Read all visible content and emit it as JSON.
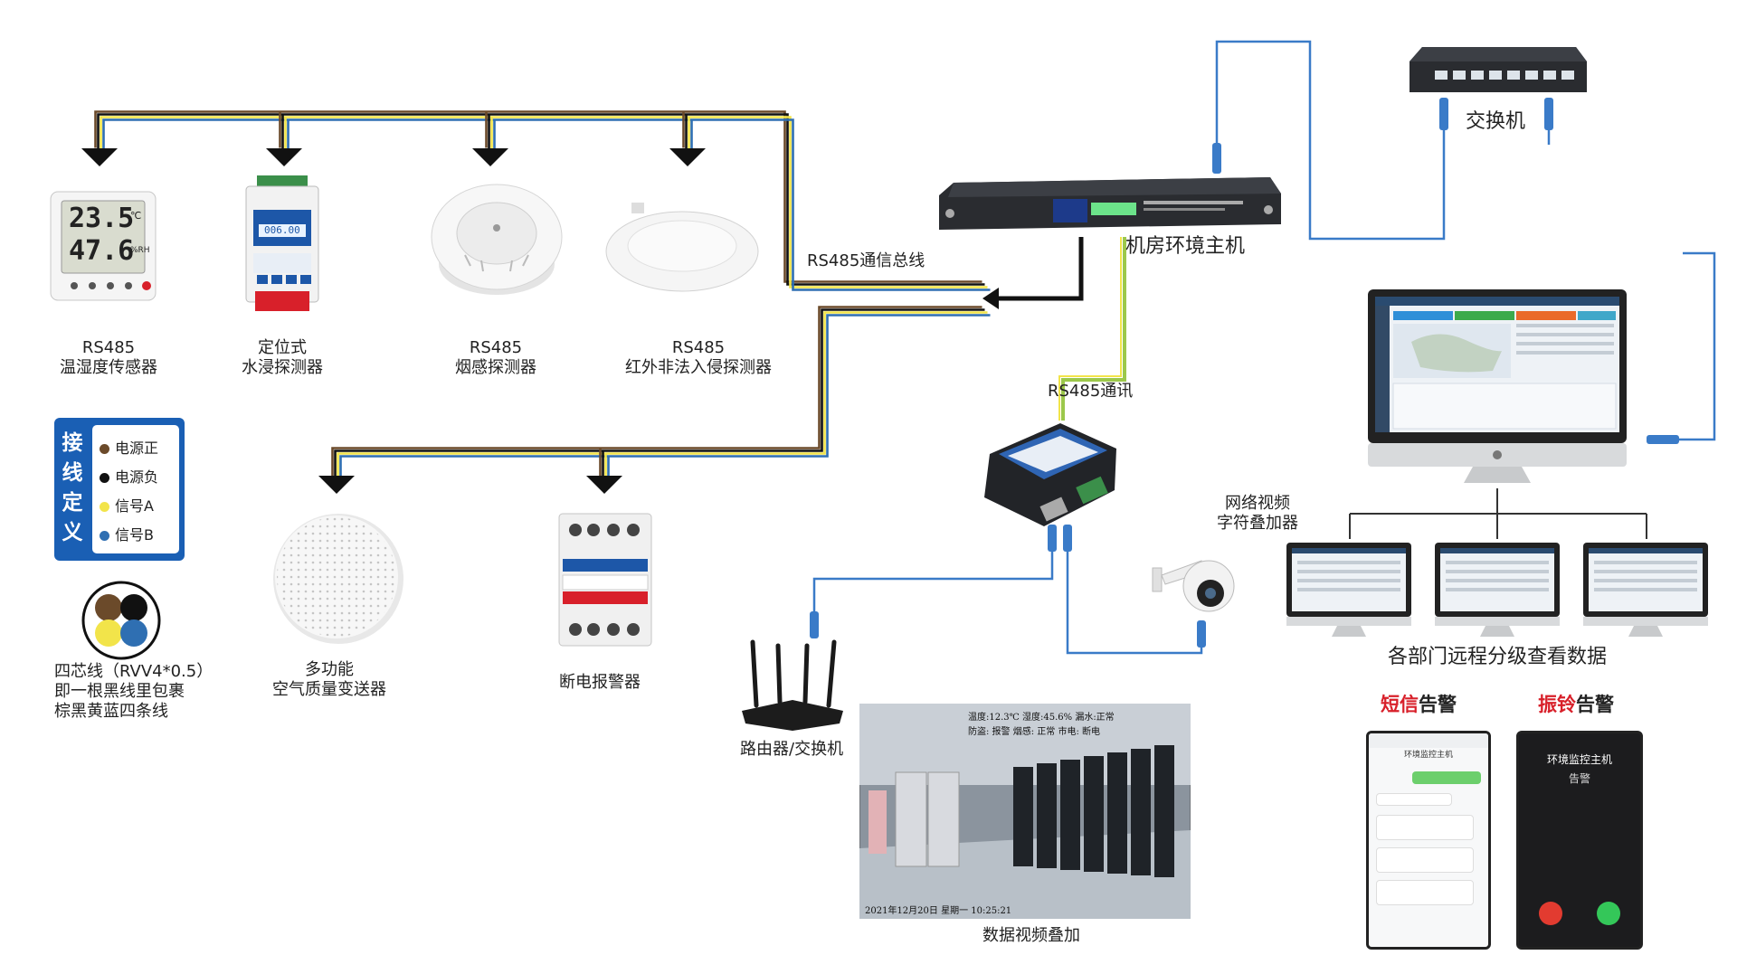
{
  "colors": {
    "wire_brown": "#6b4a2a",
    "wire_black": "#111111",
    "wire_yellow": "#f2e44a",
    "wire_blue": "#2f6fb2",
    "net_blue": "#3a7bc8",
    "legend_blue": "#1a5fb4",
    "alert_red": "#d8202a",
    "device_dark": "#222428"
  },
  "devices": {
    "temp_sensor": {
      "line1": "RS485",
      "line2": "温湿度传感器",
      "display_temp": "23.5",
      "display_temp_unit": "℃",
      "display_hum": "47.6",
      "display_hum_unit": "%RH"
    },
    "water_detector": {
      "line1": "定位式",
      "line2": "水浸探测器",
      "display": "006.00"
    },
    "smoke_detector": {
      "line1": "RS485",
      "line2": "烟感探测器"
    },
    "ir_detector": {
      "line1": "RS485",
      "line2": "红外非法入侵探测器"
    },
    "air_quality": {
      "line1": "多功能",
      "line2": "空气质量变送器"
    },
    "power_alarm": {
      "label": "断电报警器"
    },
    "host": {
      "label": "机房环境主机"
    },
    "switch": {
      "label": "交换机"
    },
    "router": {
      "label": "路由器/交换机"
    },
    "overlay": {
      "line1": "网络视频",
      "line2": "字符叠加器"
    }
  },
  "bus": {
    "label": "RS485通信总线"
  },
  "rs485_comm": {
    "label": "RS485通讯"
  },
  "legend": {
    "title_chars": [
      "接",
      "线",
      "定",
      "义"
    ],
    "items": [
      {
        "label": "电源正",
        "color": "#6b4a2a"
      },
      {
        "label": "电源负",
        "color": "#111111"
      },
      {
        "label": "信号A",
        "color": "#f2e44a"
      },
      {
        "label": "信号B",
        "color": "#2f6fb2"
      }
    ]
  },
  "cable": {
    "line1": "四芯线（RVV4*0.5）",
    "line2": "即一根黑线里包裹",
    "line3": "棕黑黄蓝四条线"
  },
  "video": {
    "caption": "数据视频叠加",
    "overlay_line1": "温度:12.3℃  湿度:45.6%  漏水:正常",
    "overlay_line2": "防盗: 报警   烟感: 正常   市电: 断电",
    "timestamp": "2021年12月20日  星期一  10:25:21"
  },
  "remote": {
    "label": "各部门远程分级查看数据"
  },
  "sms": {
    "title": "短信",
    "suffix": "告警",
    "contact": "环境监控主机"
  },
  "call": {
    "title": "振铃",
    "suffix": "告警",
    "caller": "环境监控主机",
    "status": "告警"
  }
}
